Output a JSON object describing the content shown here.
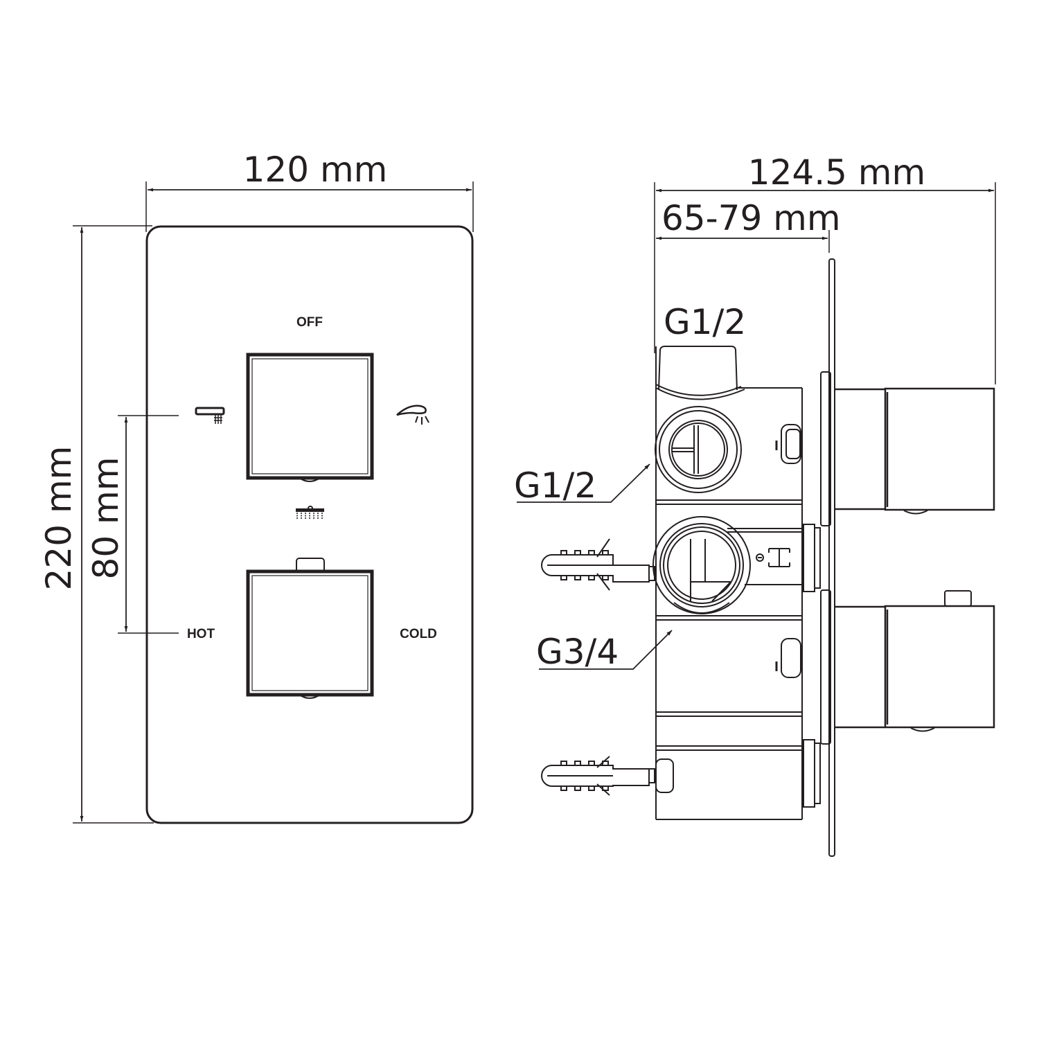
{
  "colors": {
    "ink": "#231f20",
    "background": "#ffffff"
  },
  "front_view": {
    "width_dimension": "120 mm",
    "height_dimension": "220 mm",
    "spacing_dimension": "80 mm",
    "labels": {
      "top": "OFF",
      "hot": "HOT",
      "cold": "COLD"
    },
    "icons": [
      "bath-spout-icon",
      "hand-shower-icon",
      "overhead-shower-icon"
    ]
  },
  "side_view": {
    "total_depth_dimension": "124.5 mm",
    "install_depth_dimension": "65-79 mm",
    "thread_top": "G1/2",
    "thread_left_upper": "G1/2",
    "thread_left_lower": "G3/4"
  }
}
